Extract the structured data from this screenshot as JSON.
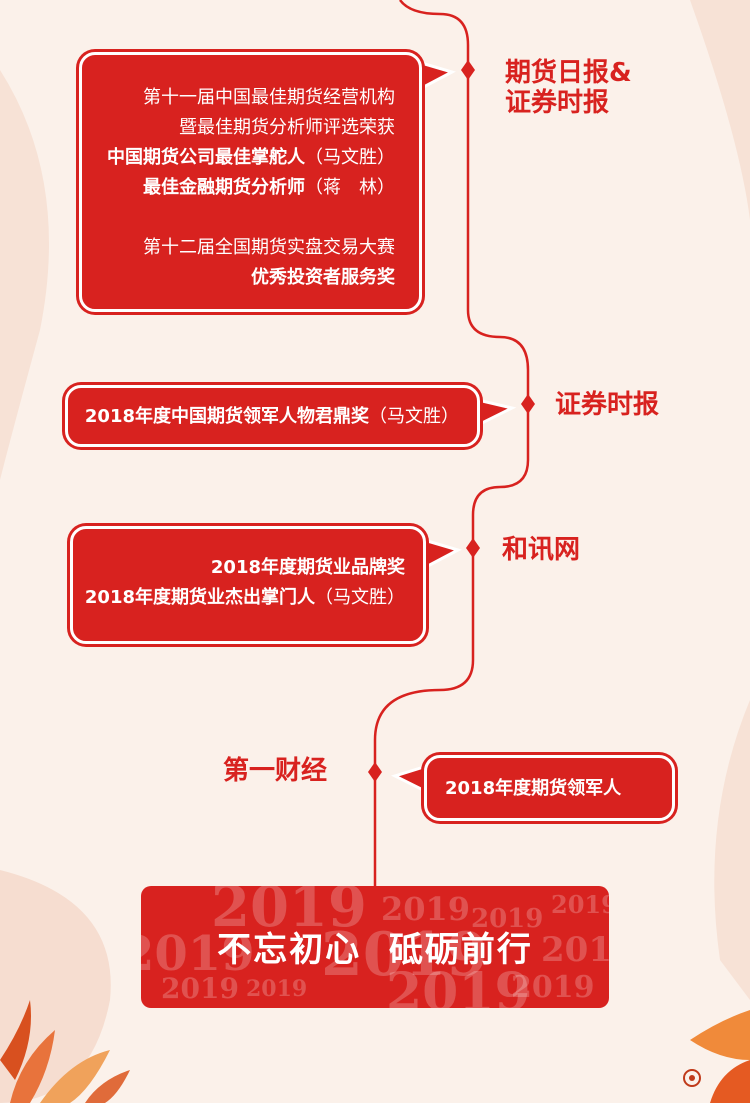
{
  "colors": {
    "accent": "#d8221f",
    "background": "#fbf1ea"
  },
  "awards": [
    {
      "source": "期货日报&\n证券时报",
      "lines": [
        {
          "text": "第十一届中国最佳期货经营机构"
        },
        {
          "text": "暨最佳期货分析师评选荣获"
        },
        {
          "bold": "中国期货公司最佳掌舵人",
          "normal": "（马文胜）"
        },
        {
          "bold": "最佳金融期货分析师",
          "normal": "（蒋　林）"
        },
        {
          "text": ""
        },
        {
          "text": "第十二届全国期货实盘交易大赛"
        },
        {
          "bold": "优秀投资者服务奖"
        }
      ]
    },
    {
      "source": "证券时报",
      "lines": [
        {
          "bold": "2018年度中国期货领军人物君鼎奖",
          "normal": "（马文胜）"
        }
      ]
    },
    {
      "source": "和讯网",
      "lines": [
        {
          "bold": "2018年度期货业品牌奖"
        },
        {
          "bold": "2018年度期货业杰出掌门人",
          "normal": "（马文胜）"
        }
      ]
    },
    {
      "source": "第一财经",
      "lines": [
        {
          "bold": "2018年度期货领军人"
        }
      ]
    }
  ],
  "banner": {
    "slogan": "不忘初心  砥砺前行",
    "year": "2019"
  }
}
